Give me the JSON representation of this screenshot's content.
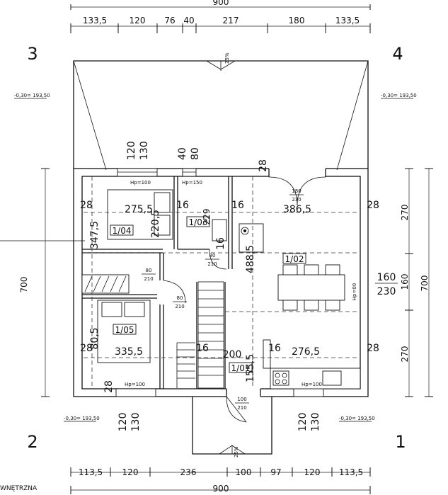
{
  "dimensions": {
    "top_total": "900",
    "top_segments": [
      "133,5",
      "120",
      "76",
      "40",
      "217",
      "180",
      "133,5"
    ],
    "bottom_total": "900",
    "bottom_segments": [
      "113,5",
      "120",
      "236",
      "100",
      "97",
      "120",
      "113,5"
    ],
    "right_outer": "700",
    "right_inner": [
      "270",
      "160",
      "270"
    ],
    "left_outer": "700"
  },
  "corners": {
    "c1": "1",
    "c2": "2",
    "c3": "3",
    "c4": "4"
  },
  "level_marks": {
    "top_left": "-0,30= 193,50",
    "top_right": "-0,30= 193,50",
    "bottom_left": "-0,30= 193,50",
    "bottom_right": "-0,30= 193,50"
  },
  "rooms": {
    "r104": "1/04",
    "r103": "1/03",
    "r102": "1/02",
    "r105": "1/05",
    "r101": "1/01"
  },
  "room_dims": {
    "w275": "275,5",
    "w386": "386,5",
    "h347": "347,5",
    "h488": "488,5",
    "w335": "335,5",
    "w276": "276,5",
    "w200": "200",
    "h155": "155,5",
    "h220": "220,5",
    "v229": "229",
    "h80_5": "80,5",
    "w28a": "28",
    "w28b": "28",
    "w28c": "28",
    "w28d": "28",
    "w28e": "28",
    "w28f": "28",
    "w16a": "16",
    "w16b": "16",
    "w16c": "16",
    "w16d": "16",
    "w16e": "16"
  },
  "openings": {
    "win_top_a1": "120",
    "win_top_a2": "130",
    "win_top_b1": "40",
    "win_top_b2": "80",
    "hp100_top": "Hp=100",
    "hp150": "Hp=150",
    "hp00": "Hp=00",
    "hp100_bl": "Hp=100",
    "hp100_br": "Hp=100",
    "door_180": "180",
    "door_230": "230",
    "door_80a": "80",
    "door_210a": "210",
    "door_80b": "80",
    "door_210b": "210",
    "door_80c": "80",
    "door_210c": "210",
    "door_100": "100",
    "door_210d": "210",
    "right_160": "160",
    "right_230": "230",
    "win_bl1": "120",
    "win_bl2": "130",
    "win_br1": "120",
    "win_br2": "130",
    "roof_top": "25%",
    "roof_bottom": "25%"
  },
  "footer": {
    "label": "WNĘTRZNA"
  }
}
